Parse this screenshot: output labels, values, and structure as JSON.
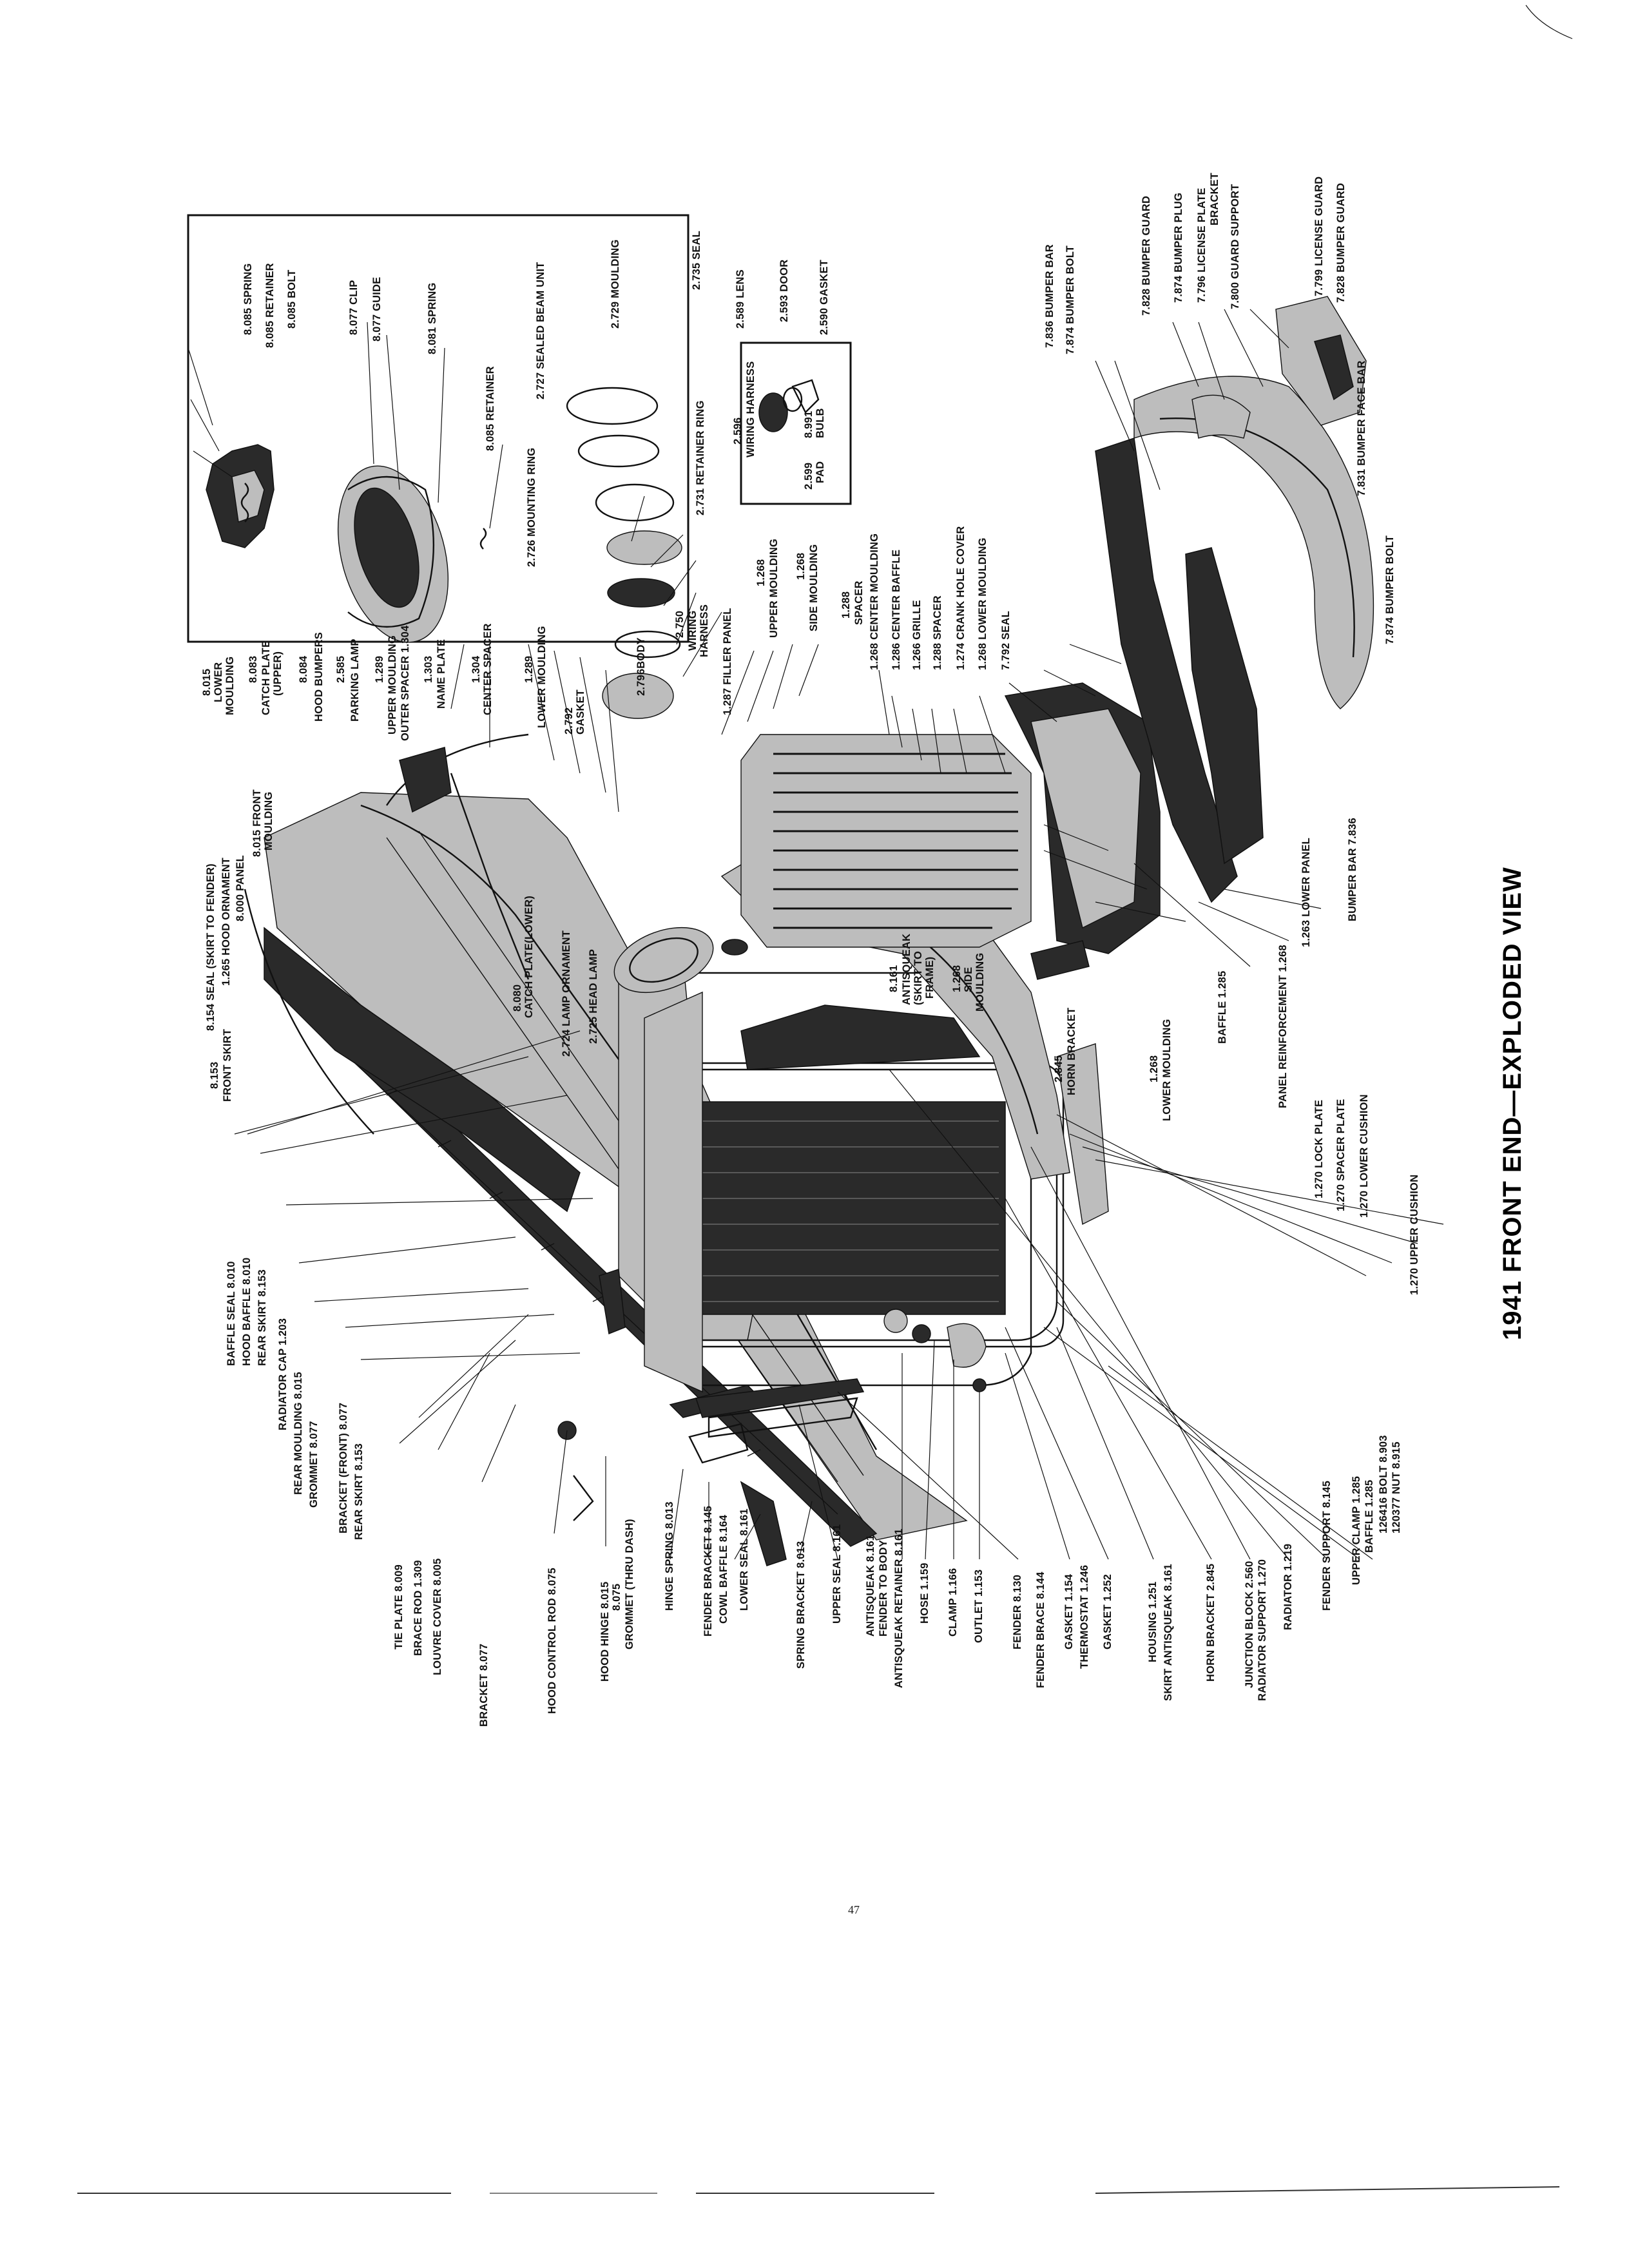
{
  "page": {
    "title": "1941 FRONT END—EXPLODED VIEW",
    "page_number": "47"
  },
  "callouts": {
    "baffle_seal": "BAFFLE SEAL 8.010",
    "hood_baffle": "HOOD BAFFLE 8.010",
    "rear_skirt_1": "REAR SKIRT 8.153",
    "radiator_cap": "RADIATOR CAP 1.203",
    "rear_moulding": "REAR MOULDING 8.015",
    "grommet": "GROMMET 8.077",
    "bracket_front": "BRACKET (FRONT) 8.077",
    "rear_skirt_2": "REAR SKIRT 8.153",
    "tie_plate": "TIE PLATE 8.009",
    "brace_rod": "BRACE ROD 1.309",
    "louvre_cover": "LOUVRE COVER 8.005",
    "bracket": "BRACKET 8.077",
    "hood_control_rod": "HOOD CONTROL ROD 8.075",
    "hood_hinge": "HOOD HINGE 8.015",
    "grommet_dash_num": "8.075",
    "grommet_dash": "GROMMET (THRU DASH)",
    "hinge_spring": "HINGE SPRING 8.013",
    "fender_bracket": "FENDER BRACKET 8.145",
    "cowl_baffle": "COWL BAFFLE 8.164",
    "lower_seal": "LOWER SEAL 8.161",
    "spring_bracket": "SPRING BRACKET 8.013",
    "upper_seal": "UPPER SEAL 8.161",
    "antisqueak_fender": "ANTISQUEAK 8.161",
    "antisqueak_fender_2": "FENDER TO BODY",
    "antisqueak_retainer": "ANTISQUEAK RETAINER 8.161",
    "hose": "HOSE 1.159",
    "clamp": "CLAMP 1.166",
    "outlet": "OUTLET 1.153",
    "fender": "FENDER 8.130",
    "fender_brace": "FENDER BRACE 8.144",
    "gasket_1154": "GASKET 1.154",
    "thermostat": "THERMOSTAT 1.246",
    "gasket_1252": "GASKET 1.252",
    "housing": "HOUSING 1.251",
    "skirt_antisqueak": "SKIRT ANTISQUEAK 8.161",
    "horn_bracket": "HORN BRACKET 2.845",
    "junction_block": "JUNCTION BLOCK 2.560",
    "radiator_support": "RADIATOR SUPPORT 1.270",
    "radiator": "RADIATOR 1.219",
    "fender_support": "FENDER SUPPORT 8.145",
    "upper_clamp": "UPPER CLAMP 1.285",
    "baffle_1285": "BAFFLE 1.285",
    "bolt": "126416 BOLT 8.903",
    "nut": "120377 NUT 8.915",
    "front_skirt_num": "8.153",
    "front_skirt": "FRONT SKIRT",
    "seal_skirt": "8.154 SEAL (SKIRT TO FENDER)",
    "hood_ornament": "1.265 HOOD ORNAMENT",
    "panel": "8.000 PANEL",
    "front_moulding": "8.015 FRONT",
    "front_moulding_2": "MOULDING",
    "lower_moulding_num": "8.015",
    "lower_moulding": "LOWER",
    "lower_moulding_2": "MOULDING",
    "catch_plate_upper_num": "8.083",
    "catch_plate_upper": "CATCH PLATE",
    "catch_plate_upper_2": "(UPPER)",
    "hood_bumpers_num": "8.084",
    "hood_bumpers": "HOOD BUMPERS",
    "parking_lamp_num": "2.585",
    "parking_lamp": "PARKING LAMP",
    "upper_moulding_num": "1.289",
    "upper_moulding": "UPPER MOULDING",
    "outer_spacer": "OUTER SPACER 1.304",
    "name_plate_num": "1.303",
    "name_plate": "NAME PLATE",
    "center_spacer_num": "1.304",
    "center_spacer": "CENTER SPACER",
    "lower_moulding_1289_num": "1.289",
    "lower_moulding_1289": "LOWER MOULDING",
    "gasket_2792_num": "2.792",
    "gasket_2792": "GASKET",
    "body_2796": "2.796BODY",
    "wiring_harness_num": "2.750",
    "wiring_harness": "WIRING",
    "wiring_harness_2": "HARNESS",
    "filler_panel": "1.287 FILLER PANEL",
    "upper_moulding_1268_num": "1.268",
    "upper_moulding_1268": "UPPER MOULDING",
    "side_moulding_1268_num": "1.268",
    "side_moulding_1268": "SIDE MOULDING",
    "spacer_1288_num": "1.288",
    "spacer_1288": "SPACER",
    "mounting_ring": "2.726 MOUNTING RING",
    "retainer_ring": "2.731 RETAINER RING",
    "sealed_beam": "2.727 SEALED BEAM UNIT",
    "moulding_2729": "2.729 MOULDING",
    "seal_2735": "2.735 SEAL",
    "lens": "2.589 LENS",
    "door": "2.593 DOOR",
    "gasket_2590": "2.590 GASKET",
    "wiring_harness_2596_num": "2.596",
    "wiring_harness_2596": "WIRING HARNESS",
    "bulb_num": "8.991",
    "bulb": "BULB",
    "pad_num": "2.599",
    "pad": "PAD",
    "spring_8085": "8.085 SPRING",
    "retainer_8085": "8.085 RETAINER",
    "bolt_8085": "8.085 BOLT",
    "clip_8077": "8.077 CLIP",
    "guide_8077": "8.077 GUIDE",
    "spring_8081": "8.081 SPRING",
    "retainer_8085_b": "8.085 RETAINER",
    "center_moulding": "1.268 CENTER MOULDING",
    "center_baffle": "1.286 CENTER BAFFLE",
    "grille": "1.266 GRILLE",
    "spacer_1288_b": "1.288 SPACER",
    "crank_hole_cover": "1.274 CRANK HOLE COVER",
    "lower_moulding_1268": "1.268 LOWER MOULDING",
    "seal_7792": "7.792 SEAL",
    "bumper_bar_7836": "7.836 BUMPER BAR",
    "bumper_bolt_7874": "7.874 BUMPER BOLT",
    "bumper_guard_7828": "7.828 BUMPER GUARD",
    "bumper_plug": "7.874 BUMPER PLUG",
    "license_plate_bracket": "7.796 LICENSE PLATE",
    "license_plate_bracket_2": "BRACKET",
    "guard_support": "7.800 GUARD SUPPORT",
    "license_guard": "7.799 LICENSE GUARD",
    "bumper_guard_b": "7.828 BUMPER GUARD",
    "bumper_face_bar": "7.831 BUMPER FACE BAR",
    "bumper_bolt_b": "7.874 BUMPER BOLT",
    "catch_plate_lower_num": "8.080",
    "catch_plate_lower": "CATCH PLATE(LOWER)",
    "lamp_ornament": "2.724 LAMP ORNAMENT",
    "head_lamp": "2.725 HEAD LAMP",
    "antisqueak_frame_num": "8.161",
    "antisqueak_frame": "ANTISQUEAK",
    "antisqueak_frame_2": "(SKIRT TO",
    "antisqueak_frame_3": "FRAME)",
    "side_moulding_1268b_num": "1.268",
    "side_moulding_1268b": "SIDE",
    "side_moulding_1268b_2": "MOULDING",
    "horn_bracket_2845_num": "2.845",
    "horn_bracket_2845": "HORN BRACKET",
    "lower_moulding_1268b_num": "1.268",
    "lower_moulding_1268b": "LOWER MOULDING",
    "baffle_1285_b": "BAFFLE 1.285",
    "panel_reinforcement": "PANEL REINFORCEMENT 1.268",
    "lower_panel": "1.263 LOWER PANEL",
    "bumper_bar_b": "BUMPER BAR 7.836",
    "lock_plate": "1.270 LOCK PLATE",
    "spacer_plate": "1.270 SPACER PLATE",
    "lower_cushion": "1.270 LOWER CUSHION",
    "upper_cushion": "1.270 UPPER CUSHION"
  },
  "colors": {
    "ink": "#111111",
    "paper": "#ffffff"
  }
}
